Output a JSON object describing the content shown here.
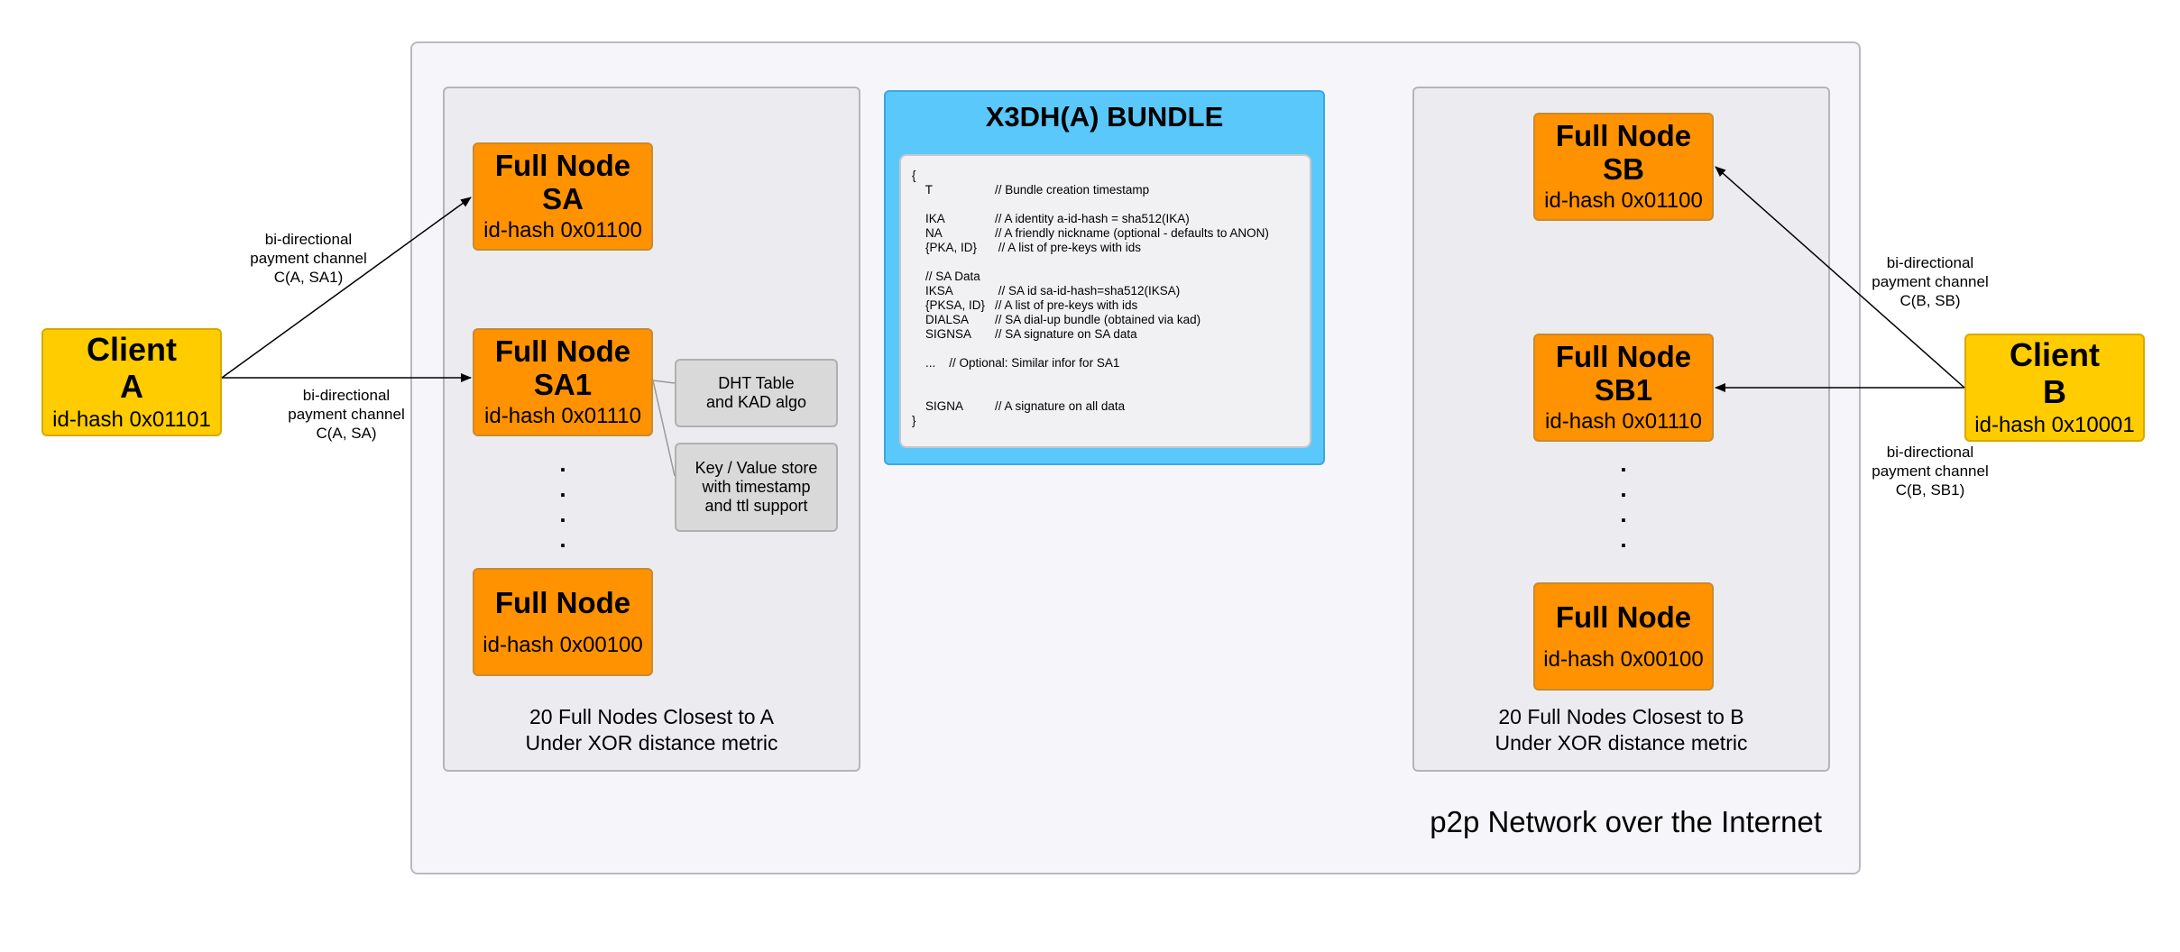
{
  "network": {
    "caption": "p2p Network over the Internet"
  },
  "group_a": {
    "caption": "20 Full Nodes Closest to A\nUnder XOR distance metric",
    "nodes": [
      {
        "title": "Full Node\nSA",
        "hash": "id-hash 0x01100"
      },
      {
        "title": "Full Node\nSA1",
        "hash": "id-hash 0x01110"
      },
      {
        "title": "Full Node",
        "hash": "id-hash 0x00100"
      }
    ],
    "dots": ".\n.\n.\n.",
    "dht_box": "DHT Table\nand KAD algo",
    "kv_box": "Key / Value store\nwith timestamp\nand ttl support"
  },
  "group_b": {
    "caption": "20 Full Nodes Closest to B\nUnder XOR distance metric",
    "nodes": [
      {
        "title": "Full Node\nSB",
        "hash": "id-hash 0x01100"
      },
      {
        "title": "Full Node\nSB1",
        "hash": "id-hash 0x01110"
      },
      {
        "title": "Full Node",
        "hash": "id-hash 0x00100"
      }
    ],
    "dots": ".\n.\n.\n."
  },
  "client_a": {
    "title": "Client\nA",
    "hash": "id-hash 0x01101"
  },
  "client_b": {
    "title": "Client\nB",
    "hash": "id-hash 0x10001"
  },
  "channels": {
    "a_sa1": "bi-directional\npayment channel\nC(A, SA1)",
    "a_sa": "bi-directional\npayment channel\nC(A, SA)",
    "b_sb": "bi-directional\npayment channel\nC(B, SB)",
    "b_sb1": "bi-directional\npayment channel\nC(B, SB1)"
  },
  "bundle": {
    "title": "X3DH(A) BUNDLE",
    "lines": [
      {
        "key": "{",
        "comment": ""
      },
      {
        "key": "    T",
        "comment": "// Bundle creation timestamp"
      },
      {
        "key": "",
        "comment": ""
      },
      {
        "key": "    IKA",
        "comment": "// A identity a-id-hash = sha512(IKA)"
      },
      {
        "key": "    NA",
        "comment": "// A friendly nickname (optional - defaults to ANON)"
      },
      {
        "key": "    {PKA, ID}",
        "comment": " // A list of pre-keys with ids"
      },
      {
        "key": "",
        "comment": ""
      },
      {
        "key": "    // SA Data",
        "comment": ""
      },
      {
        "key": "    IKSA",
        "comment": " // SA id sa-id-hash=sha512(IKSA)"
      },
      {
        "key": "    {PKSA, ID}",
        "comment": "// A list of pre-keys with ids"
      },
      {
        "key": "    DIALSA",
        "comment": "// SA dial-up bundle (obtained via kad)"
      },
      {
        "key": "    SIGNSA",
        "comment": "// SA signature on SA data"
      },
      {
        "key": "",
        "comment": ""
      },
      {
        "key": "    ...    // Optional: Similar infor for SA1",
        "comment": ""
      },
      {
        "key": "",
        "comment": ""
      },
      {
        "key": "",
        "comment": ""
      },
      {
        "key": "    SIGNA",
        "comment": "// A signature on all data"
      },
      {
        "key": "}",
        "comment": ""
      }
    ]
  }
}
